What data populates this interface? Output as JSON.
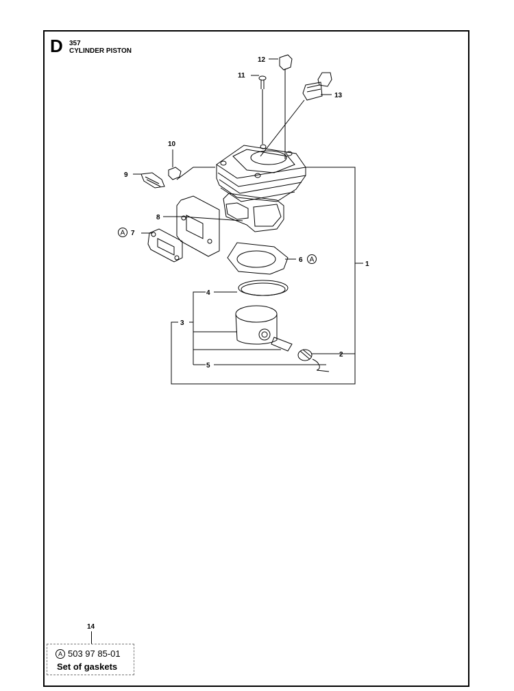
{
  "header": {
    "section_letter": "D",
    "model": "357",
    "group_title": "CYLINDER PISTON"
  },
  "callouts": {
    "c1": "1",
    "c2": "2",
    "c3": "3",
    "c4": "4",
    "c5": "5",
    "c6": "6",
    "c7": "7",
    "c8": "8",
    "c9": "9",
    "c10": "10",
    "c11": "11",
    "c12": "12",
    "c13": "13",
    "c14": "14"
  },
  "gasket_marker": "A",
  "kit": {
    "marker": "A",
    "part_number": "503 97 85-01",
    "name": "Set of gaskets"
  }
}
